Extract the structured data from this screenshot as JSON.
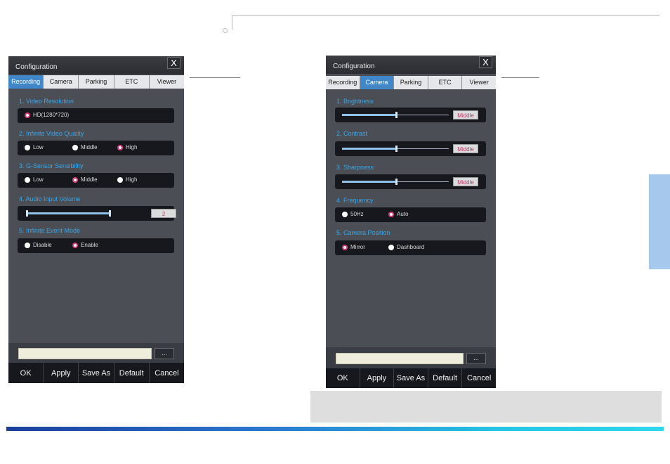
{
  "colors": {
    "accent": "#3f87c8",
    "section_label": "#37a6e8",
    "radio_selected": "#e0397a",
    "side_tab": "#a6c8ec"
  },
  "left_dialog": {
    "title": "Configuration",
    "close_label": "X",
    "tabs": [
      "Recording",
      "Camera",
      "Parking",
      "ETC",
      "Viewer"
    ],
    "active_tab": "Recording",
    "sections": {
      "video_resolution": {
        "label": "1. Video Resolution",
        "option": "HD(1280*720)"
      },
      "video_quality": {
        "label": "2. Infinite Video Quality",
        "options": [
          "Low",
          "Middle",
          "High"
        ],
        "selected": "High"
      },
      "gsensor": {
        "label": "3. G-Sensor Sensibility",
        "options": [
          "Low",
          "Middle",
          "High"
        ],
        "selected": "Middle"
      },
      "audio_volume": {
        "label": "4. Audio Input Volume",
        "value": "2",
        "level_fraction": 1.0
      },
      "event_mode": {
        "label": "5. Infinite Event Mode",
        "options": [
          "Disable",
          "Enable"
        ],
        "selected": "Enable"
      }
    },
    "path_value": "",
    "browse_label": "...",
    "buttons": [
      "OK",
      "Apply",
      "Save As",
      "Default",
      "Cancel"
    ]
  },
  "right_dialog": {
    "title": "Configuration",
    "close_label": "X",
    "tabs": [
      "Recording",
      "Camera",
      "Parking",
      "ETC",
      "Viewer"
    ],
    "active_tab": "Camera",
    "sections": {
      "brightness": {
        "label": "1. Brightness",
        "value": "Middle",
        "level_fraction": 0.5
      },
      "contrast": {
        "label": "2. Contrast",
        "value": "Middle",
        "level_fraction": 0.5
      },
      "sharpness": {
        "label": "3. Sharpness",
        "value": "Middle",
        "level_fraction": 0.5
      },
      "frequency": {
        "label": "4. Frequency",
        "options": [
          "50Hz",
          "Auto"
        ],
        "selected": "Auto"
      },
      "camera_position": {
        "label": "5. Camera Position",
        "options": [
          "Mirror",
          "Dashboard"
        ],
        "selected": "Mirror"
      }
    },
    "path_value": "",
    "browse_label": "...",
    "buttons": [
      "OK",
      "Apply",
      "Save As",
      "Default",
      "Cancel"
    ]
  }
}
